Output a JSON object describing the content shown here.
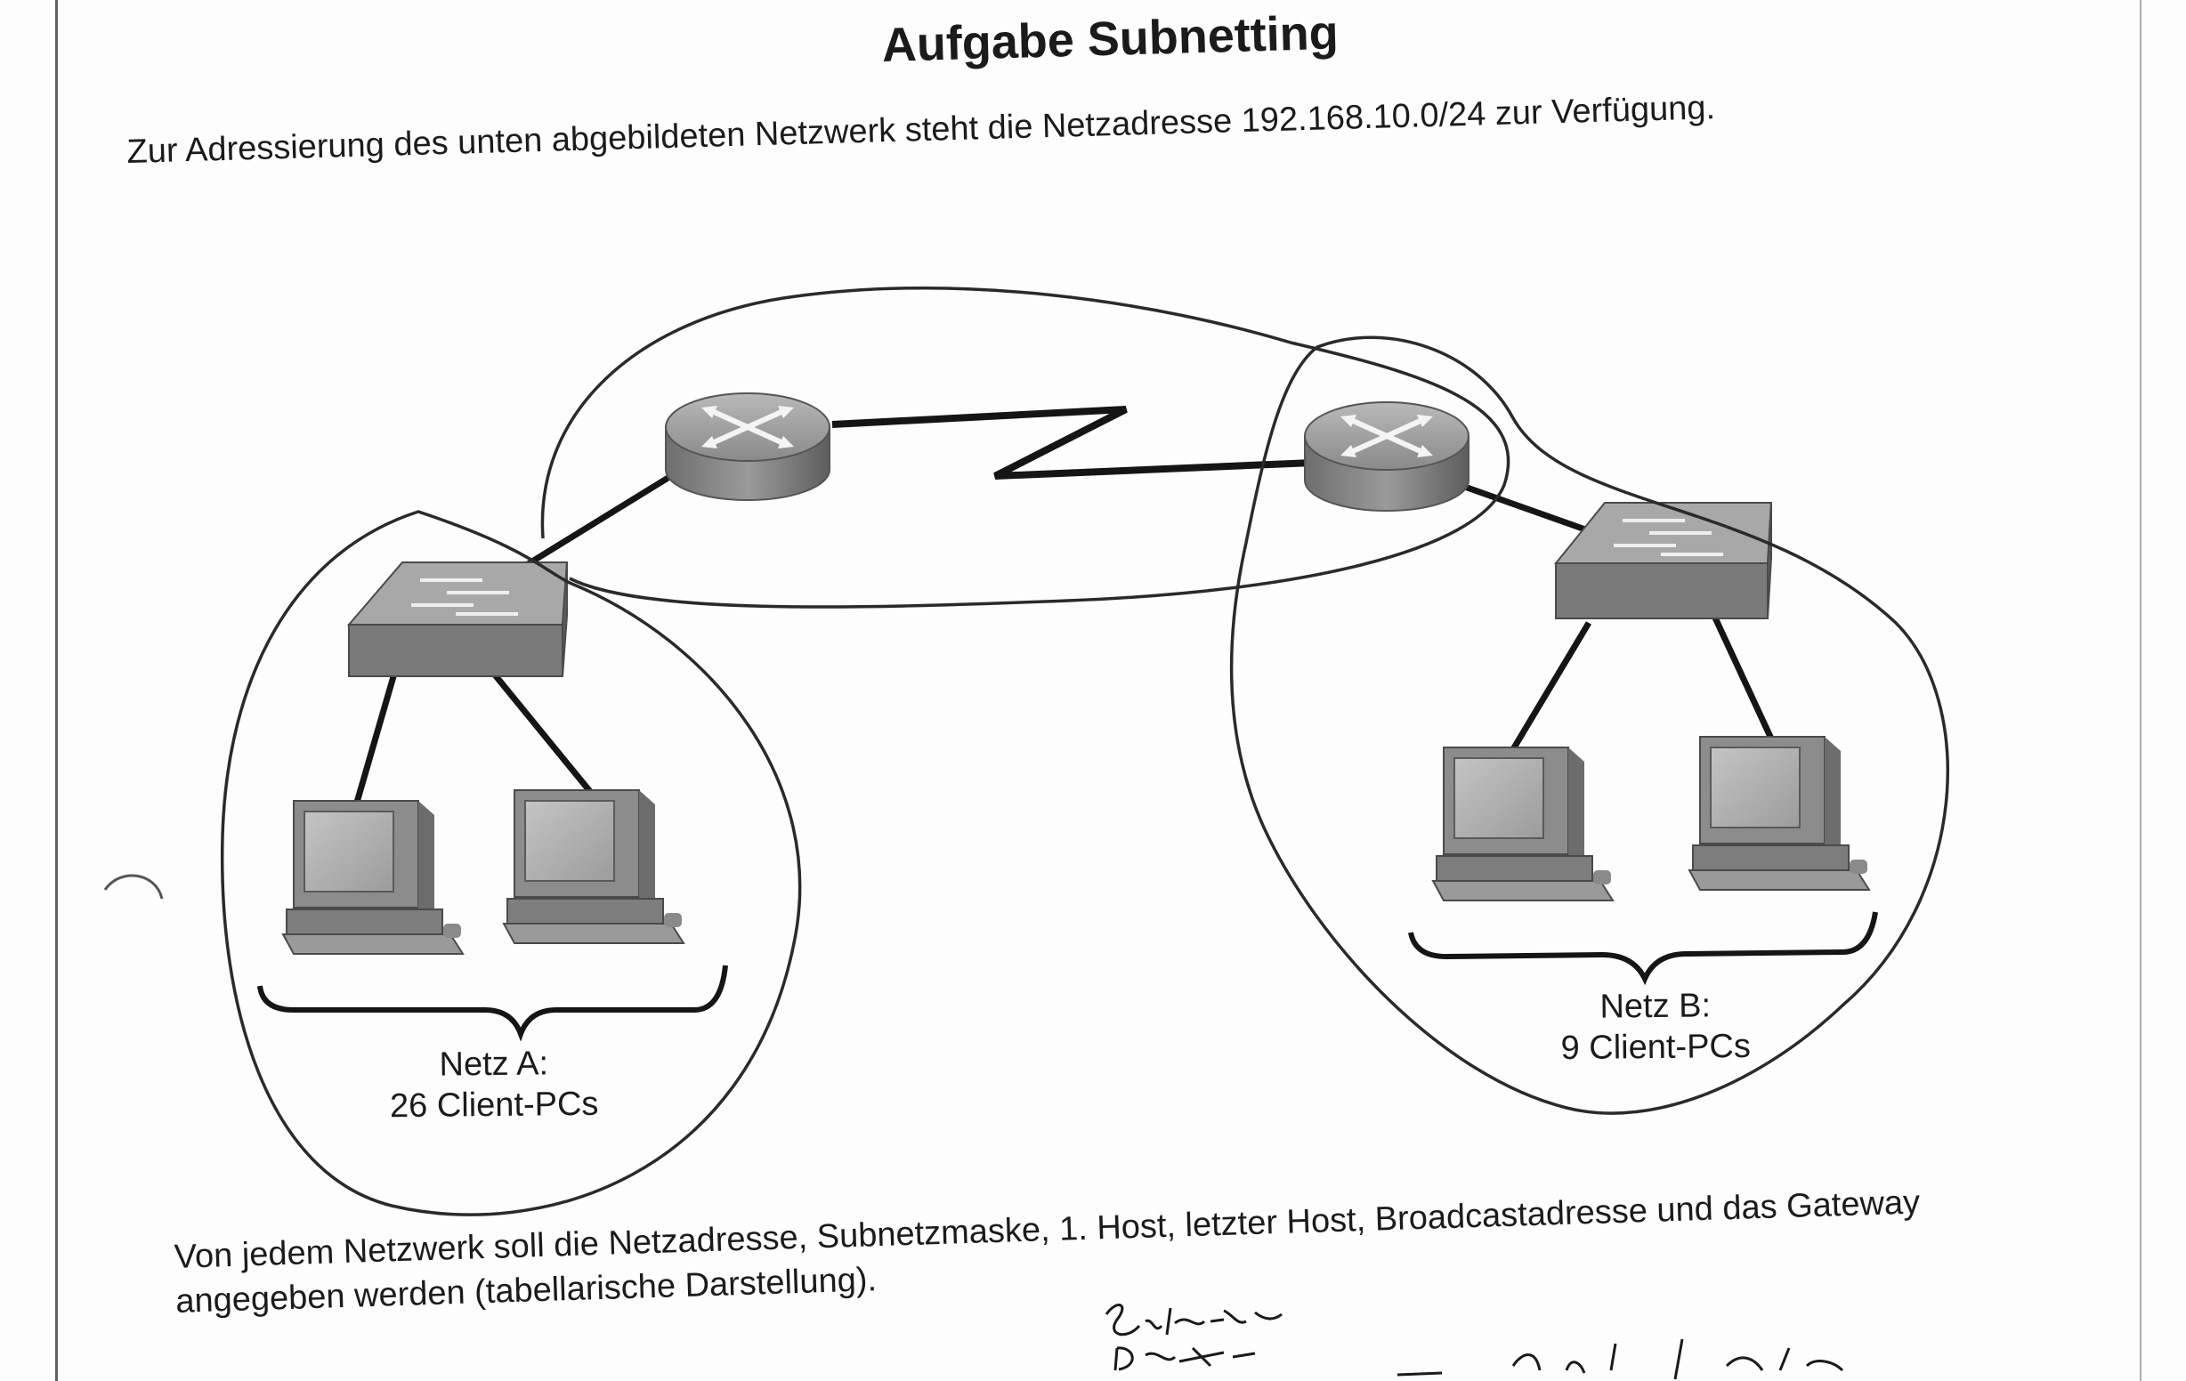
{
  "document": {
    "title": "Aufgabe Subnetting",
    "intro": "Zur Adressierung des unten abgebildeten Netzwerk steht die Netzadresse 192.168.10.0/24 zur Verfügung.",
    "task_line1": "Von jedem Netzwerk soll die Netzadresse, Subnetzmaske, 1. Host, letzter Host, Broadcastadresse und das Gateway",
    "task_line2": "angegeben werden (tabellarische Darstellung)."
  },
  "diagram": {
    "net_a": {
      "name": "Netz A:",
      "clients": "26 Client-PCs"
    },
    "net_b": {
      "name": "Netz B:",
      "clients": "9 Client-PCs"
    },
    "icons": [
      "router-icon",
      "router-icon",
      "switch-icon",
      "switch-icon",
      "pc-icon",
      "pc-icon",
      "pc-icon",
      "pc-icon",
      "serial-link-icon"
    ]
  },
  "colors": {
    "paper": "#fdfdfd",
    "ink": "#1b1b1b",
    "device": "#8c8c8c"
  }
}
